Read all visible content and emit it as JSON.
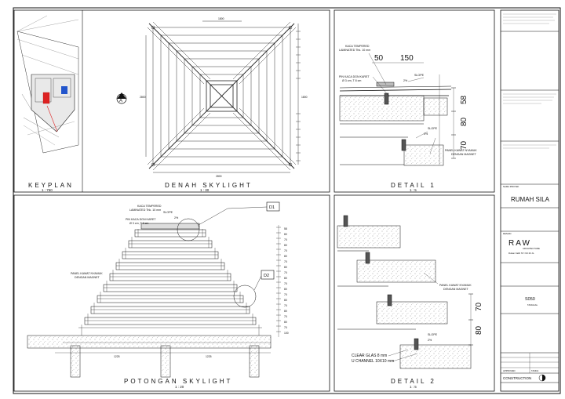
{
  "views": {
    "keyplan": {
      "title": "KEYPLAN",
      "scale": "1 : 750"
    },
    "denah": {
      "title": "DENAH SKYLIGHT",
      "scale": "1 : 30",
      "section_mark": "A",
      "dim_top": "1800",
      "dim_bottom": "2800",
      "dim_left": "2800",
      "dim_right": "1800"
    },
    "detail1": {
      "title": "DETAIL 1",
      "scale": "1 : 5",
      "dim_50": "50",
      "dim_150": "150",
      "dim_58": "58",
      "dim_80": "80",
      "dim_70": "70",
      "note_glass": "KACA TEMPERED",
      "note_glass2": "LAMINATED Thk. 10 mm",
      "note_pin": "PIN KACA DGN KARET",
      "note_pin2": "Ø 3 cm, T 8 cm",
      "note_slope": "SLOPE",
      "note_pct": "2%",
      "note_panel": "PANEL KAWAT NYAMUK",
      "note_panel2": "DENGAN MAGNET"
    },
    "potongan": {
      "title": "POTONGAN SKYLIGHT",
      "scale": "1 : 20",
      "callout_d1": "D1",
      "callout_d2": "D2",
      "note_glass": "KACA TEMPERED",
      "note_glass2": "LAMINATED Thk. 10 mm",
      "note_pin": "PIN KACA DGN KARET",
      "note_pin2": "Ø 3 cm, T 8 cm",
      "note_slope": "SLOPE",
      "note_pct": "2%",
      "note_panel": "PANEL KAWAT NYAMUK",
      "note_panel2": "DENGAN MAGNET",
      "dim_left": "1225",
      "dim_right": "1225",
      "dim_top": "58",
      "dim_bottom": "100",
      "step_values": [
        "58",
        "80",
        "70",
        "80",
        "70",
        "80",
        "70",
        "80",
        "70",
        "80",
        "70",
        "80",
        "70",
        "80",
        "70",
        "80",
        "70",
        "80",
        "70",
        "100"
      ]
    },
    "detail2": {
      "title": "DETAIL 2",
      "scale": "1 : 5",
      "note_panel": "PANEL KAWAT NYAMUK",
      "note_panel2": "DENGAN MAGNET",
      "note_slope": "SLOPE",
      "note_pct": "2%",
      "note_clear": "CLEAR GLAS 8 mm",
      "note_channel": "U CHANNEL 10X10 mm",
      "dim_70": "70",
      "dim_80": "80"
    }
  },
  "title_block": {
    "project_label": "NAMA PROYEK",
    "project_name": "RUMAH SILA",
    "designer_label": "DESAIN",
    "firm_name": "RAW",
    "firm_sub": "ARCHITECTURE",
    "address": "Rukan Kalih ST. NO.33 JL.",
    "drawing_no": "S050",
    "status": "CONSTRUCTION",
    "checked": "APPROVED",
    "approved_by": "TANDA",
    "date_label": "TANGGAL"
  }
}
